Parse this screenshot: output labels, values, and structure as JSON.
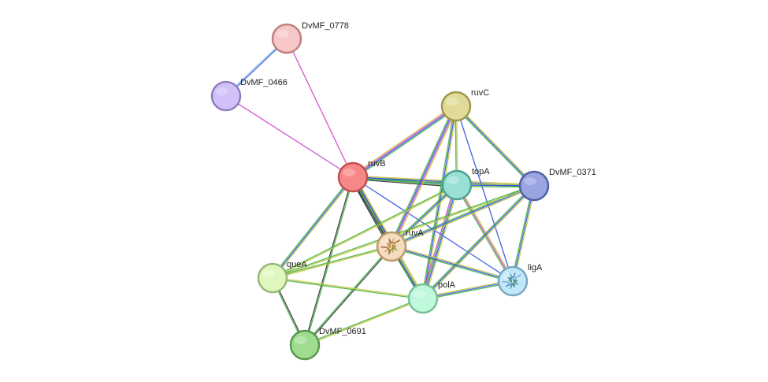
{
  "network": {
    "nodes": [
      {
        "id": "DvMF_0778",
        "label": "DvMF_0778",
        "fill": "#f8c8c8",
        "stroke": "#c08080"
      },
      {
        "id": "DvMF_0466",
        "label": "DvMF_0466",
        "fill": "#d2c0f8",
        "stroke": "#9080c0"
      },
      {
        "id": "ruvC",
        "label": "ruvC",
        "fill": "#e0dc98",
        "stroke": "#a09850"
      },
      {
        "id": "ruvB",
        "label": "ruvB",
        "fill": "#f88888",
        "stroke": "#c05050"
      },
      {
        "id": "topA",
        "label": "topA",
        "fill": "#98e0d4",
        "stroke": "#50a090"
      },
      {
        "id": "DvMF_0371",
        "label": "DvMF_0371",
        "fill": "#9aa4e0",
        "stroke": "#5060a8"
      },
      {
        "id": "ruvA",
        "label": "ruvA",
        "fill": "#f4dcc0",
        "stroke": "#c09868"
      },
      {
        "id": "queA",
        "label": "queA",
        "fill": "#e0f8c0",
        "stroke": "#98b878"
      },
      {
        "id": "ligA",
        "label": "ligA",
        "fill": "#c0e8f8",
        "stroke": "#78a8c0"
      },
      {
        "id": "polA",
        "label": "polA",
        "fill": "#c0f8dc",
        "stroke": "#78c098"
      },
      {
        "id": "DvMF_0691",
        "label": "DvMF_0691",
        "fill": "#a0dc90",
        "stroke": "#589850"
      }
    ],
    "edges": [
      {
        "source": "DvMF_0778",
        "target": "DvMF_0466",
        "colors": [
          "#3050e0",
          "#80c0e0"
        ]
      },
      {
        "source": "DvMF_0778",
        "target": "ruvB",
        "colors": [
          "#d040d0"
        ]
      },
      {
        "source": "DvMF_0466",
        "target": "ruvB",
        "colors": [
          "#d040d0"
        ]
      },
      {
        "source": "ruvB",
        "target": "ruvC",
        "colors": [
          "#c8c840",
          "#d040d0",
          "#3050e0",
          "#40b040"
        ]
      },
      {
        "source": "ruvB",
        "target": "topA",
        "colors": [
          "#c8c840",
          "#3050e0",
          "#40b040",
          "#303030"
        ]
      },
      {
        "source": "ruvB",
        "target": "DvMF_0371",
        "colors": [
          "#c8c840",
          "#3050e0",
          "#40b040"
        ]
      },
      {
        "source": "ruvB",
        "target": "ruvA",
        "colors": [
          "#c8c840",
          "#d040d0",
          "#3050e0",
          "#40b040",
          "#303030"
        ]
      },
      {
        "source": "ruvB",
        "target": "polA",
        "colors": [
          "#c8c840",
          "#3050e0",
          "#40b040",
          "#303030"
        ]
      },
      {
        "source": "ruvB",
        "target": "ligA",
        "colors": [
          "#3050e0"
        ]
      },
      {
        "source": "ruvB",
        "target": "queA",
        "colors": [
          "#c8c840",
          "#3050e0",
          "#40b040"
        ]
      },
      {
        "source": "ruvB",
        "target": "DvMF_0691",
        "colors": [
          "#40b040",
          "#303030"
        ]
      },
      {
        "source": "ruvC",
        "target": "topA",
        "colors": [
          "#c8c840",
          "#40b040"
        ]
      },
      {
        "source": "ruvC",
        "target": "DvMF_0371",
        "colors": [
          "#c8c840",
          "#3050e0",
          "#40b040"
        ]
      },
      {
        "source": "ruvC",
        "target": "ruvA",
        "colors": [
          "#c8c840",
          "#d040d0",
          "#3050e0",
          "#40b040"
        ]
      },
      {
        "source": "ruvC",
        "target": "polA",
        "colors": [
          "#c8c840",
          "#3050e0",
          "#40b040"
        ]
      },
      {
        "source": "ruvC",
        "target": "ligA",
        "colors": [
          "#3050e0"
        ]
      },
      {
        "source": "topA",
        "target": "DvMF_0371",
        "colors": [
          "#c8c840",
          "#3050e0",
          "#40b040"
        ]
      },
      {
        "source": "topA",
        "target": "ruvA",
        "colors": [
          "#c8c840",
          "#3050e0",
          "#40b040"
        ]
      },
      {
        "source": "topA",
        "target": "polA",
        "colors": [
          "#c8c840",
          "#3050e0",
          "#40b040",
          "#d040d0"
        ]
      },
      {
        "source": "topA",
        "target": "ligA",
        "colors": [
          "#c8c840",
          "#d040d0",
          "#40b040"
        ]
      },
      {
        "source": "topA",
        "target": "queA",
        "colors": [
          "#c8c840",
          "#40b040"
        ]
      },
      {
        "source": "DvMF_0371",
        "target": "ruvA",
        "colors": [
          "#c8c840",
          "#3050e0",
          "#40b040"
        ]
      },
      {
        "source": "DvMF_0371",
        "target": "polA",
        "colors": [
          "#c8c840",
          "#3050e0",
          "#40b040"
        ]
      },
      {
        "source": "DvMF_0371",
        "target": "ligA",
        "colors": [
          "#c8c840",
          "#3050e0",
          "#40b040"
        ]
      },
      {
        "source": "DvMF_0371",
        "target": "queA",
        "colors": [
          "#c8c840",
          "#40b040"
        ]
      },
      {
        "source": "ruvA",
        "target": "polA",
        "colors": [
          "#c8c840",
          "#3050e0",
          "#40b040"
        ]
      },
      {
        "source": "ruvA",
        "target": "ligA",
        "colors": [
          "#c8c840",
          "#3050e0",
          "#40b040"
        ]
      },
      {
        "source": "ruvA",
        "target": "queA",
        "colors": [
          "#c8c840",
          "#40b040"
        ]
      },
      {
        "source": "ruvA",
        "target": "DvMF_0691",
        "colors": [
          "#303030",
          "#40b040"
        ]
      },
      {
        "source": "queA",
        "target": "polA",
        "colors": [
          "#c8c840",
          "#40b040"
        ]
      },
      {
        "source": "queA",
        "target": "DvMF_0691",
        "colors": [
          "#303030",
          "#40b040"
        ]
      },
      {
        "source": "polA",
        "target": "DvMF_0691",
        "colors": [
          "#c8c840",
          "#40b040"
        ]
      },
      {
        "source": "polA",
        "target": "ligA",
        "colors": [
          "#c8c840",
          "#3050e0",
          "#40b040"
        ]
      }
    ]
  }
}
